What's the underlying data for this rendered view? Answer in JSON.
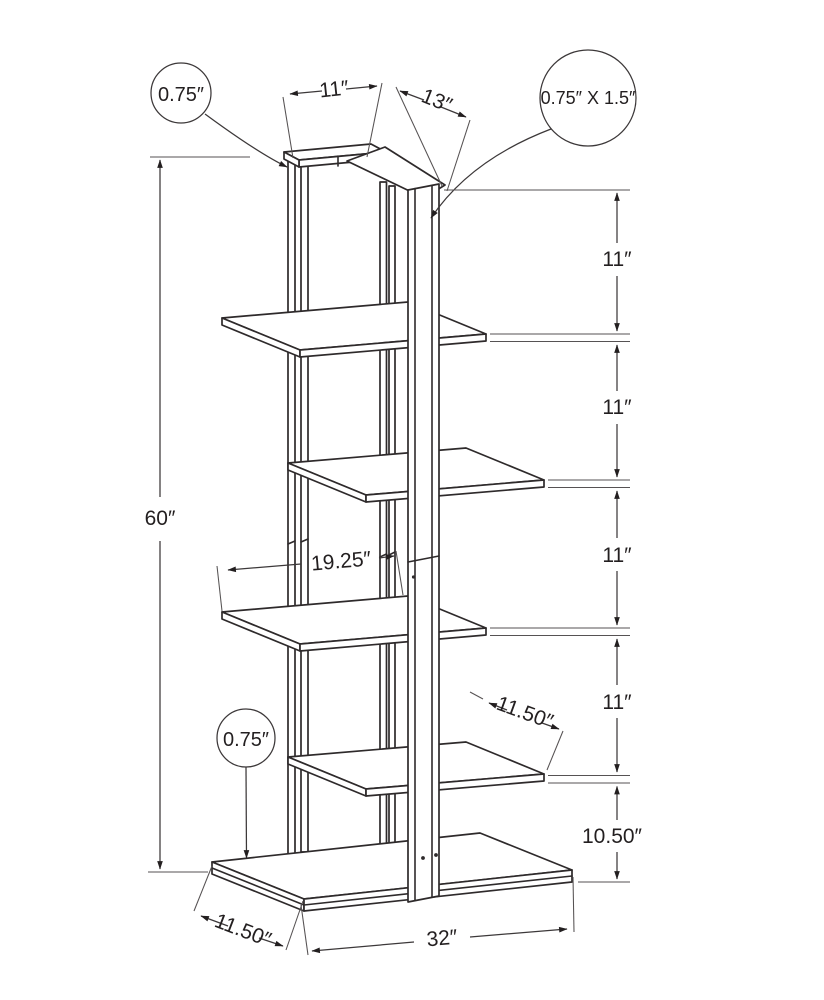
{
  "figure": {
    "kind": "product dimension line drawing",
    "subject": "five-tier asymmetrical etagere shelf unit"
  },
  "callouts": {
    "frame_thickness_top": "0.75″",
    "post_section": "0.75″ X 1.5″",
    "shelf_thickness": "0.75″"
  },
  "dimensions": {
    "top_shelf_width": "11″",
    "top_diagonal": "13″",
    "overall_height": "60″",
    "shelf_width": "19.25″",
    "right_spacings": [
      "11″",
      "11″",
      "11″",
      "11″",
      "10.50″"
    ],
    "shelf_depth": "11.50″",
    "base_depth": "11.50″",
    "base_width": "32″"
  },
  "style": {
    "line_color": "#2e2a2b",
    "dimension_color": "#3c3839",
    "background": "#ffffff"
  }
}
